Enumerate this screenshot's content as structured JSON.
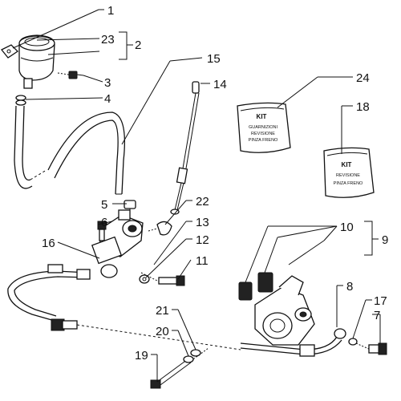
{
  "callouts": {
    "c1": "1",
    "c2": "2",
    "c3": "3",
    "c4": "4",
    "c5": "5",
    "c6": "6",
    "c7": "7",
    "c8": "8",
    "c9": "9",
    "c10": "10",
    "c11": "11",
    "c12": "12",
    "c13": "13",
    "c14": "14",
    "c15": "15",
    "c16": "16",
    "c17": "17",
    "c18": "18",
    "c19": "19",
    "c20": "20",
    "c21": "21",
    "c22": "22",
    "c23": "23",
    "c24": "24"
  },
  "kit_24": {
    "title": "KIT",
    "line1": "GUARNIZIONI",
    "line2": "REVISIONE",
    "line3": "PINZA FRENO"
  },
  "kit_18": {
    "title": "KIT",
    "line1": "REVISIONE",
    "line2": "PINZA FRENO"
  }
}
